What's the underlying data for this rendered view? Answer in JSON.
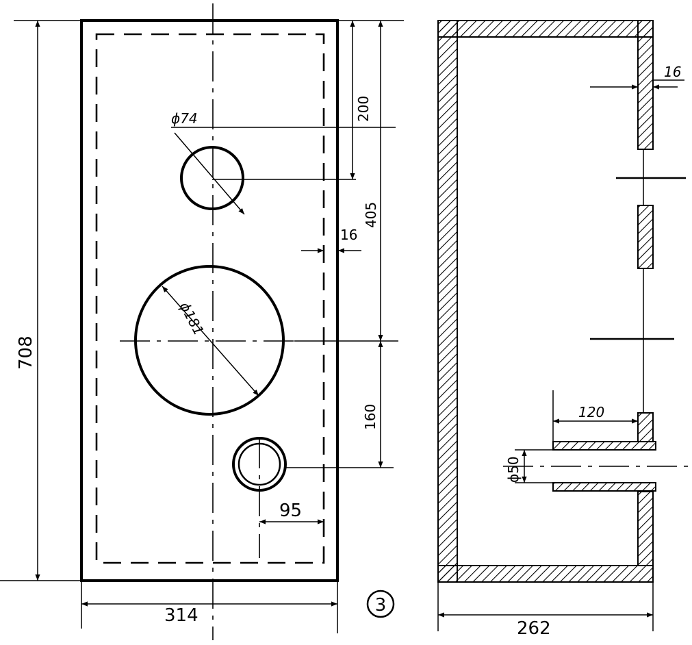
{
  "figure_number": "3",
  "front_view": {
    "height": "708",
    "width": "314",
    "top_to_tweeter": "200",
    "top_to_woofer": "405",
    "woofer_to_port": "160",
    "port_offset": "95",
    "wall_thickness": "16",
    "tweeter_diameter": "ϕ74",
    "woofer_diameter": "ϕ181"
  },
  "section_view": {
    "depth": "262",
    "wall_thickness": "16",
    "port_length": "120",
    "port_diameter": "ϕ50"
  }
}
